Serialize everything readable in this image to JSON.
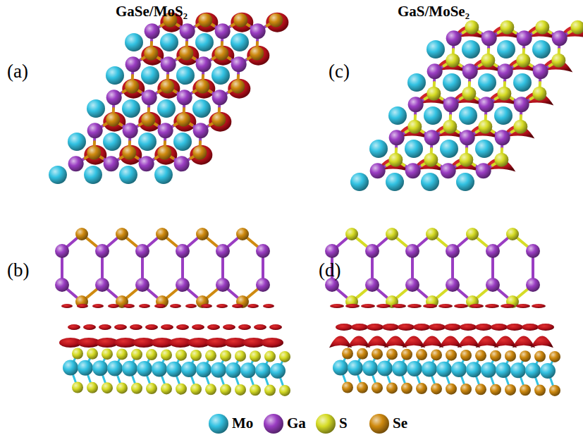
{
  "diagram": {
    "labels": [
      "GaSe/MoS₂",
      "GaS/MoSe₂",
      "(a)",
      "(b)",
      "(c)",
      "(d)"
    ],
    "legend": [
      {
        "text": "Mo",
        "color": "#33c2e2"
      },
      {
        "text": "Ga",
        "color": "#9a3dc2"
      },
      {
        "text": "S",
        "color": "#d6dc26"
      },
      {
        "text": "Se",
        "color": "#cf8a10"
      }
    ]
  }
}
